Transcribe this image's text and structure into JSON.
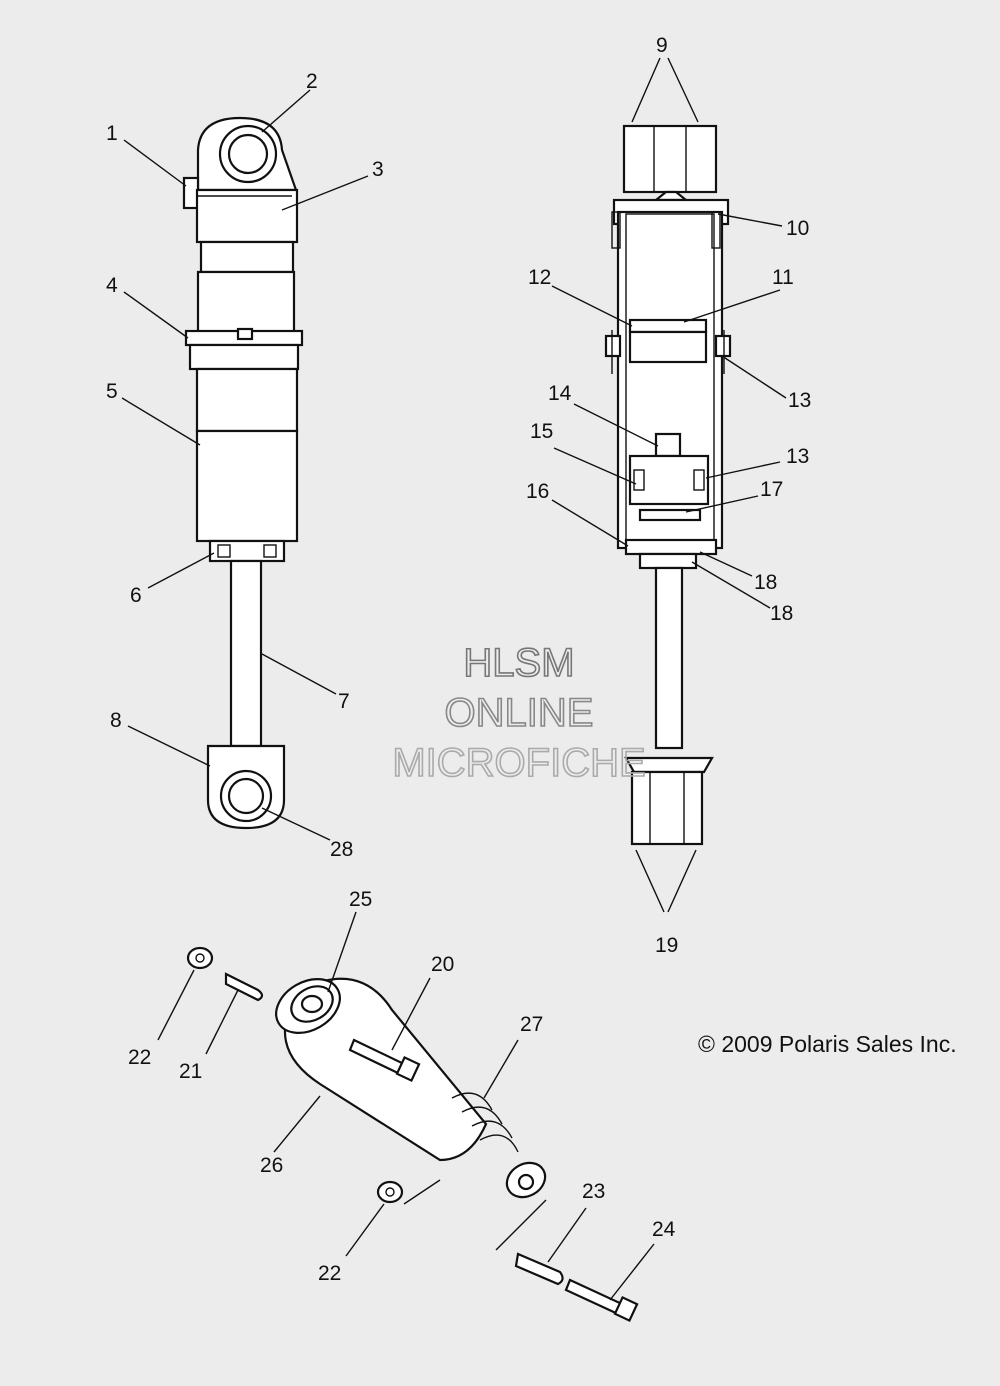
{
  "callouts": [
    "1",
    "2",
    "3",
    "4",
    "5",
    "6",
    "7",
    "8",
    "28",
    "9",
    "10",
    "11",
    "12",
    "13",
    "13",
    "14",
    "15",
    "16",
    "17",
    "18",
    "18",
    "19",
    "25",
    "20",
    "27",
    "22",
    "21",
    "26",
    "22",
    "23",
    "24"
  ],
  "watermark": {
    "line1": "HLSM",
    "line2": "ONLINE",
    "line3": "MICROFICHE"
  },
  "copyright": "© 2009 Polaris Sales Inc."
}
